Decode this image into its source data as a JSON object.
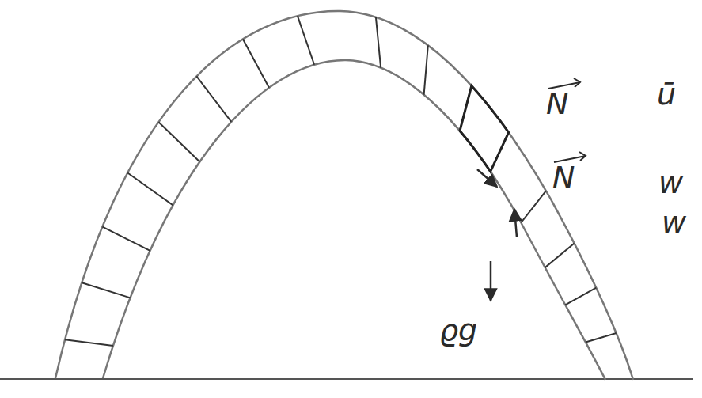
{
  "diagram": {
    "labels": [
      "N",
      "N",
      "ϱg",
      "ū",
      "w",
      "w"
    ]
  }
}
